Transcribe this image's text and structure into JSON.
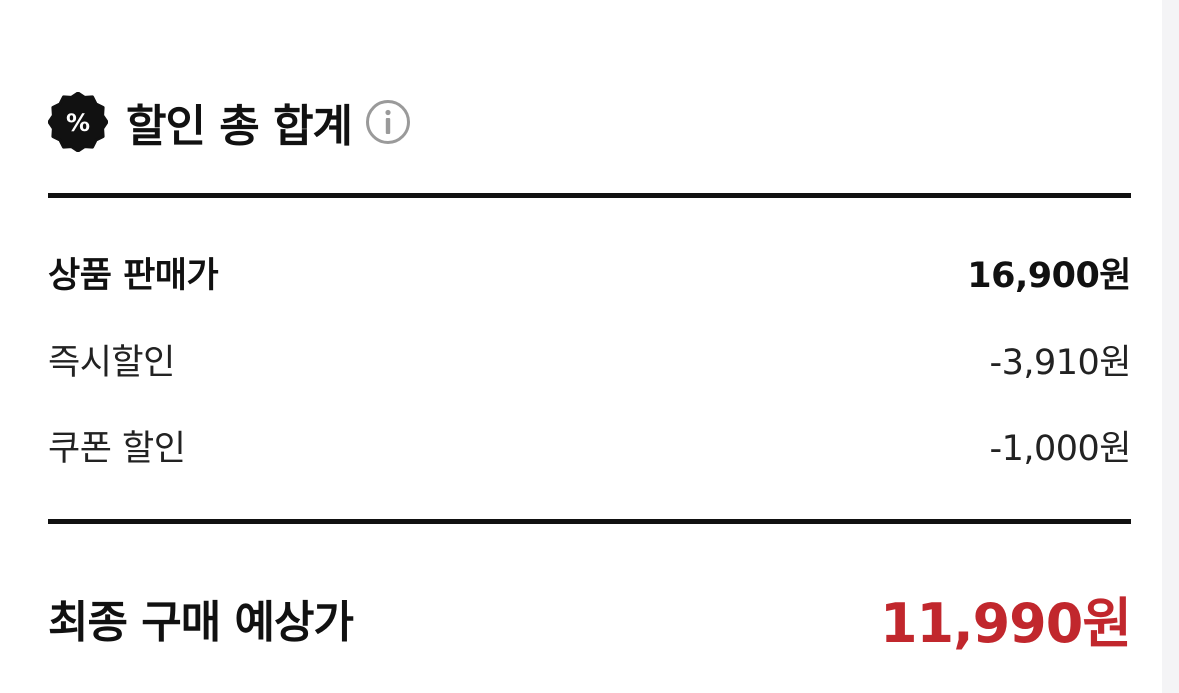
{
  "header": {
    "title": "할인 총 합계",
    "badge_symbol": "%",
    "badge_icon": "discount-badge-icon",
    "info_icon": "info-icon"
  },
  "rows": {
    "sale_price": {
      "label": "상품 판매가",
      "value": "16,900원"
    },
    "instant_discount": {
      "label": "즉시할인",
      "value": "-3,910원"
    },
    "coupon_discount": {
      "label": "쿠폰 할인",
      "value": "-1,000원"
    }
  },
  "final": {
    "label": "최종 구매 예상가",
    "value": "11,990원"
  },
  "colors": {
    "text": "#111111",
    "accent": "#c1272d",
    "info_gray": "#9a9a9a",
    "side_strip": "#f4f4f6"
  }
}
